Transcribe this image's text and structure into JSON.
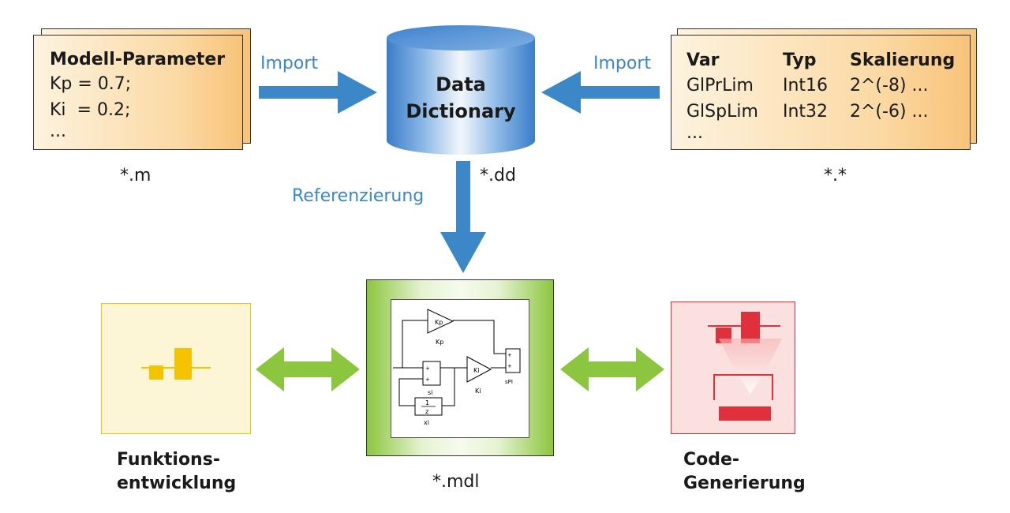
{
  "model_params": {
    "title": "Modell-Parameter",
    "line1": "Kp = 0.7;",
    "line2": "Ki  = 0.2;",
    "line3": "...",
    "caption": "*.m"
  },
  "import_left": "Import",
  "import_right": "Import",
  "data_dictionary": {
    "line1": "Data",
    "line2": "Dictionary",
    "caption": "*.dd"
  },
  "var_table": {
    "headers": [
      "Var",
      "Typ",
      "Skalierung"
    ],
    "rows": [
      [
        "GlPrLim",
        "Int16",
        "2^(-8) ..."
      ],
      [
        "GlSpLim",
        "Int32",
        "2^(-6) ..."
      ]
    ],
    "more": "...",
    "caption": "*.*"
  },
  "referenzierung": "Referenzierung",
  "model": {
    "caption": "*.mdl",
    "blocks": {
      "kp": "Kp",
      "kp_label": "Kp",
      "ki": "Ki",
      "ki_label": "Ki",
      "si_label": "si",
      "spi_label": "sPI",
      "xi_num": "1",
      "xi_den": "z",
      "xi_label": "xi",
      "plus": "+"
    }
  },
  "funktions": {
    "line1": "Funktions-",
    "line2": "entwicklung"
  },
  "codegen": {
    "line1": "Code-",
    "line2": "Generierung"
  },
  "colors": {
    "blue_arrow": "#3b87c8",
    "green_arrow": "#8cc63f",
    "doc_orange": "#f8c37a",
    "yellow": "#f5c400",
    "red": "#e0303c"
  }
}
